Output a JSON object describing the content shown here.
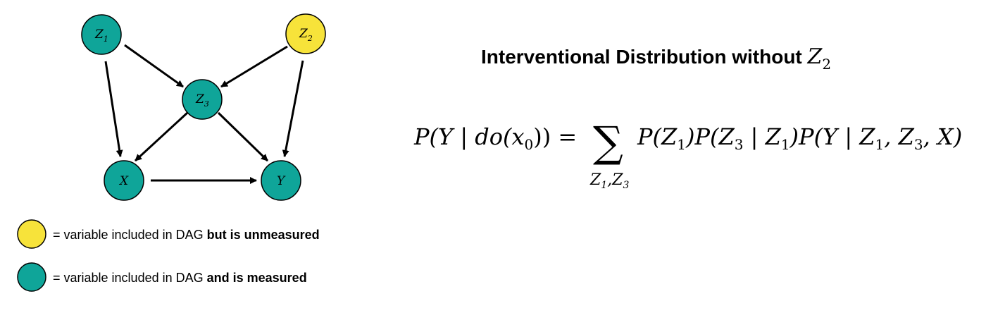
{
  "colors": {
    "measured": "#0fa599",
    "unmeasured": "#f7e33a",
    "stroke": "#000000"
  },
  "nodes": {
    "z1": {
      "base": "Z",
      "sub": "1"
    },
    "z2": {
      "base": "Z",
      "sub": "2"
    },
    "z3": {
      "base": "Z",
      "sub": "3"
    },
    "x": {
      "base": "X",
      "sub": ""
    },
    "y": {
      "base": "Y",
      "sub": ""
    }
  },
  "legend": {
    "unmeasured": {
      "prefix": "= variable included in DAG ",
      "bold": "but is unmeasured"
    },
    "measured": {
      "prefix": "= variable included in DAG ",
      "bold": "and is measured"
    }
  },
  "title": {
    "text": "Interventional Distribution without ",
    "math_base": "Z",
    "math_sub": "2"
  },
  "equation": {
    "lhs_a": "P(Y | do(x",
    "lhs_sub": "0",
    "lhs_b": ")) =",
    "sigma": "∑",
    "sum_lim_a": "Z",
    "sum_lim_a_sub": "1",
    "sum_lim_sep": ",",
    "sum_lim_b": "Z",
    "sum_lim_b_sub": "3",
    "rhs_1": "P(Z",
    "rhs_1_sub": "1",
    "rhs_2": ")P(Z",
    "rhs_2_sub": "3",
    "rhs_3": " | Z",
    "rhs_3_sub": "1",
    "rhs_4": ")P(Y | Z",
    "rhs_4_sub": "1",
    "rhs_5": ", Z",
    "rhs_5_sub": "3",
    "rhs_6": ", X)"
  }
}
